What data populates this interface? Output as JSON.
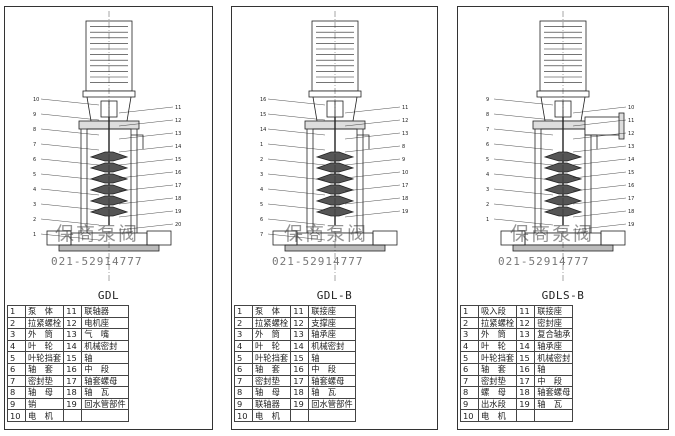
{
  "watermark": {
    "brand": "保商泵阀",
    "phone": "021-52914777"
  },
  "panels": [
    {
      "id": "gdl",
      "name": "GDL",
      "callouts_left": [
        "10",
        "9",
        "8",
        "7",
        "6",
        "5",
        "4",
        "3",
        "2",
        "1"
      ],
      "callouts_right": [
        "11",
        "12",
        "13",
        "14",
        "15",
        "16",
        "17",
        "18",
        "19",
        "20"
      ],
      "parts": [
        [
          "1",
          "泵　体",
          "11",
          "联轴器"
        ],
        [
          "2",
          "拉紧螺栓",
          "12",
          "电机座"
        ],
        [
          "3",
          "外　筒",
          "13",
          "气　嘴"
        ],
        [
          "4",
          "叶　轮",
          "14",
          "机械密封"
        ],
        [
          "5",
          "叶轮挡套",
          "15",
          "轴"
        ],
        [
          "6",
          "轴　套",
          "16",
          "中　段"
        ],
        [
          "7",
          "密封垫",
          "17",
          "轴套螺母"
        ],
        [
          "8",
          "轴　母",
          "18",
          "轴　瓦"
        ],
        [
          "9",
          "销",
          "19",
          "回水管部件"
        ],
        [
          "10",
          "电　机",
          "",
          ""
        ]
      ]
    },
    {
      "id": "gdlb",
      "name": "GDL-B",
      "callouts_left": [
        "16",
        "15",
        "14",
        "1",
        "2",
        "3",
        "4",
        "5",
        "6",
        "7"
      ],
      "callouts_right": [
        "11",
        "12",
        "13",
        "8",
        "9",
        "10",
        "17",
        "18",
        "19"
      ],
      "parts": [
        [
          "1",
          "泵　体",
          "11",
          "联接座"
        ],
        [
          "2",
          "拉紧螺栓",
          "12",
          "支撑座"
        ],
        [
          "3",
          "外　筒",
          "13",
          "轴承座"
        ],
        [
          "4",
          "叶　轮",
          "14",
          "机械密封"
        ],
        [
          "5",
          "叶轮挡套",
          "15",
          "轴"
        ],
        [
          "6",
          "轴　套",
          "16",
          "中　段"
        ],
        [
          "7",
          "密封垫",
          "17",
          "轴套螺母"
        ],
        [
          "8",
          "轴　母",
          "18",
          "轴　瓦"
        ],
        [
          "9",
          "联轴器",
          "19",
          "回水管部件"
        ],
        [
          "10",
          "电　机",
          "",
          ""
        ]
      ]
    },
    {
      "id": "gdlsb",
      "name": "GDLS-B",
      "callouts_left": [
        "9",
        "8",
        "7",
        "6",
        "5",
        "4",
        "3",
        "2",
        "1"
      ],
      "callouts_right": [
        "10",
        "11",
        "12",
        "13",
        "14",
        "15",
        "16",
        "17",
        "18",
        "19"
      ],
      "parts": [
        [
          "1",
          "吸入段",
          "11",
          "联接座"
        ],
        [
          "2",
          "拉紧螺栓",
          "12",
          "密封座"
        ],
        [
          "3",
          "外　筒",
          "13",
          "复合轴承"
        ],
        [
          "4",
          "叶　轮",
          "14",
          "轴承座"
        ],
        [
          "5",
          "叶轮挡套",
          "15",
          "机械密封"
        ],
        [
          "6",
          "轴　套",
          "16",
          "轴"
        ],
        [
          "7",
          "密封垫",
          "17",
          "中　段"
        ],
        [
          "8",
          "螺　母",
          "18",
          "轴套螺母"
        ],
        [
          "9",
          "出水段",
          "19",
          "轴　瓦"
        ],
        [
          "10",
          "电　机",
          "",
          ""
        ]
      ]
    }
  ]
}
